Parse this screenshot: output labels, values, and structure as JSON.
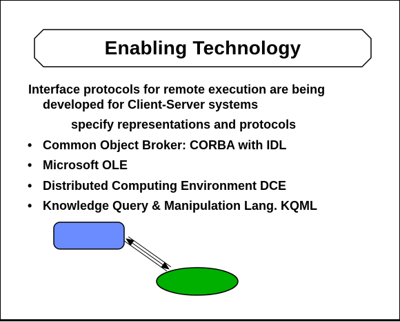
{
  "slide": {
    "title": "Enabling Technology",
    "intro_line1": "Interface protocols for remote execution are being",
    "intro_line2": "developed for Client-Server systems",
    "subline": "specify representations and protocols",
    "bullet_glyph": "•",
    "bullets": [
      "Common Object Broker: CORBA with IDL",
      "Microsoft OLE",
      "Distributed Computing Environment DCE",
      "Knowledge Query & Manipulation Lang. KQML"
    ]
  },
  "diagram": {
    "client_shape": "rounded-rectangle",
    "server_shape": "ellipse",
    "connector": "double-headed-arrow",
    "colors": {
      "client_fill": "#6b8cff",
      "server_fill": "#00b000",
      "outline": "#000000",
      "background": "#ffffff"
    }
  }
}
